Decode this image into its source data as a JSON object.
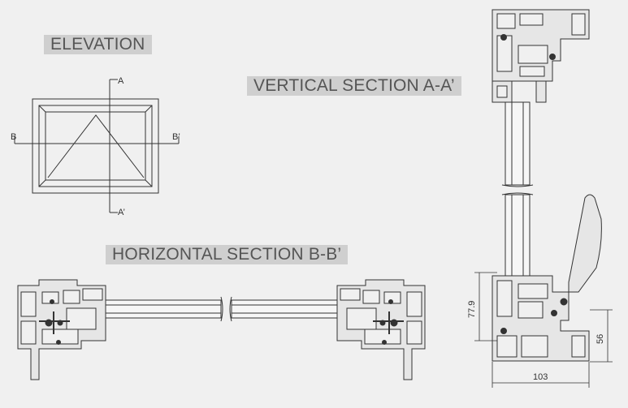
{
  "labels": {
    "elevation": "ELEVATION",
    "vertical_section": "VERTICAL SECTION A-A’",
    "horizontal_section": "HORIZONTAL SECTION B-B’"
  },
  "markers": {
    "a": "A",
    "a_prime": "A’",
    "b": "B",
    "b_prime": "B’"
  },
  "dimensions": {
    "height_lower": "77.9",
    "height_right": "56",
    "width_bottom": "103"
  },
  "colors": {
    "background": "#f0f0f0",
    "label_band": "#cfcfcf",
    "line": "#333333",
    "profile_fill": "#e6e6e6",
    "glass_fill": "#f6f6f6"
  }
}
